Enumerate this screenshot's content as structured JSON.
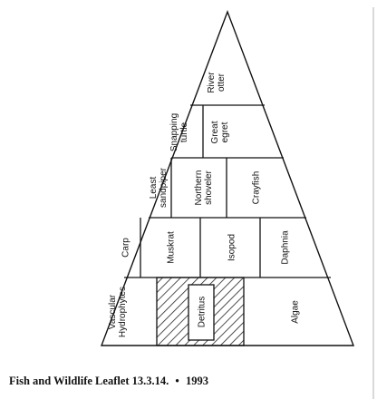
{
  "pyramid": {
    "tiers": [
      {
        "blocks": [
          {
            "lines": [
              "River",
              "otter"
            ]
          }
        ]
      },
      {
        "blocks": [
          {
            "lines": [
              "Snapping",
              "turtle"
            ]
          },
          {
            "lines": [
              "Great",
              "egret"
            ]
          }
        ]
      },
      {
        "blocks": [
          {
            "lines": [
              "Least",
              "sandpiper"
            ]
          },
          {
            "lines": [
              "Northern",
              "shoveler"
            ]
          },
          {
            "lines": [
              "Crayfish"
            ]
          }
        ]
      },
      {
        "blocks": [
          {
            "lines": [
              "Carp"
            ]
          },
          {
            "lines": [
              "Muskrat"
            ]
          },
          {
            "lines": [
              "Isopod"
            ]
          },
          {
            "lines": [
              "Daphnia"
            ]
          }
        ]
      },
      {
        "blocks": [
          {
            "lines": [
              "Vascular",
              "Hydrophytes"
            ]
          },
          {
            "lines": [
              "Detritus"
            ]
          },
          {
            "lines": [
              "Algae"
            ]
          }
        ]
      }
    ]
  },
  "caption": {
    "publication": "Fish and Wildlife Leaflet 13.3.14.",
    "separator": "•",
    "year": "1993"
  }
}
